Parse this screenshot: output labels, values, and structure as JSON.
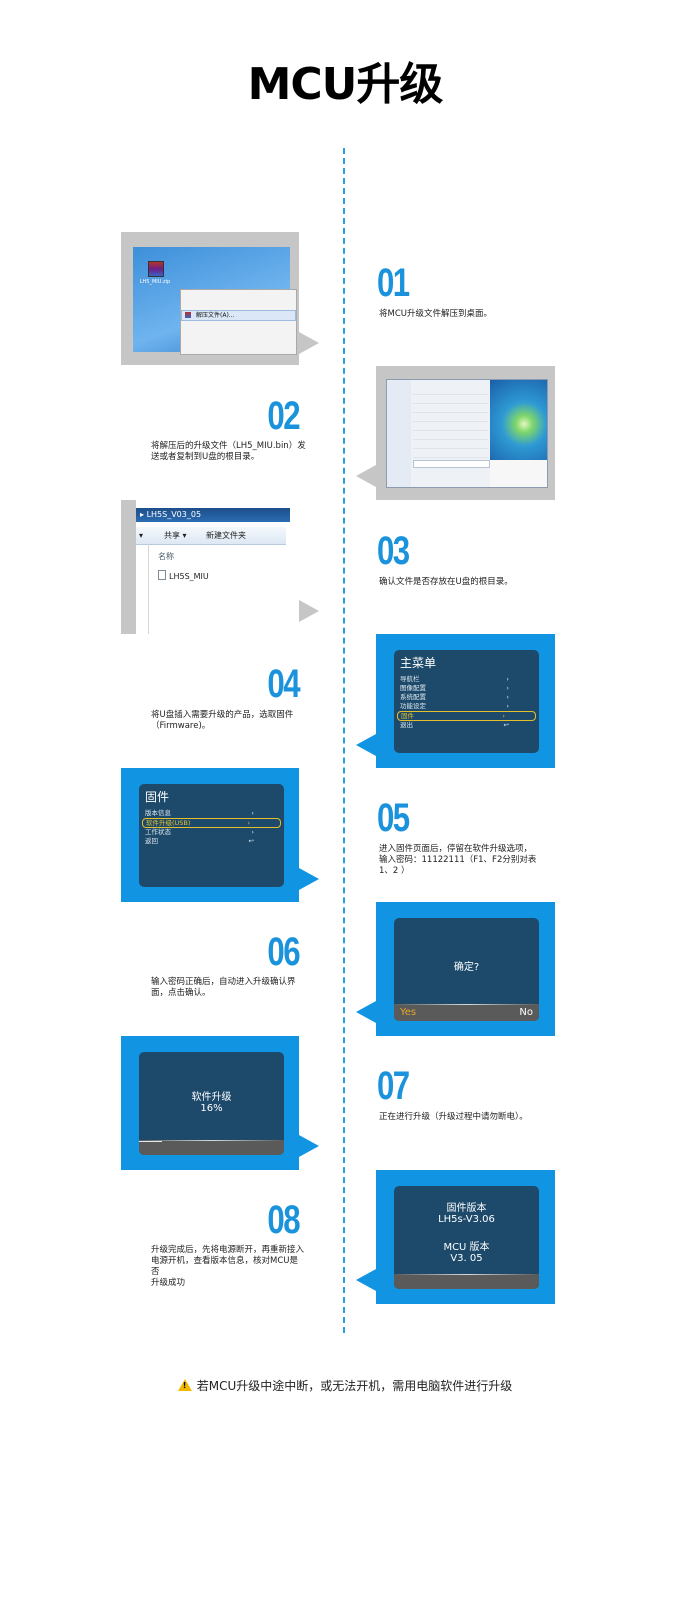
{
  "title": "MCU升级",
  "steps": [
    {
      "num": "01",
      "desc": "将MCU升级文件解压到桌面。"
    },
    {
      "num": "02",
      "desc_lines": [
        "将解压后的升级文件（LH5_MIU.bin）发",
        "送或者复制到U盘的根目录。"
      ]
    },
    {
      "num": "03",
      "desc": "确认文件是否存放在U盘的根目录。"
    },
    {
      "num": "04",
      "desc_lines": [
        "将U盘插入需要升级的产品，选取固件",
        "（Firmware)。"
      ]
    },
    {
      "num": "05",
      "desc_lines": [
        "进入固件页面后，停留在软件升级选项，",
        "输入密码：11122111（F1、F2分别对表",
        "1、2 ）"
      ]
    },
    {
      "num": "06",
      "desc_lines": [
        "输入密码正确后，自动进入升级确认界",
        "面，点击确认。"
      ]
    },
    {
      "num": "07",
      "desc": "正在进行升级（升级过程中请勿断电）。"
    },
    {
      "num": "08",
      "desc_lines": [
        "升级完成后，先将电源断开，再重新接入",
        "电源开机，查看版本信息，核对MCU是否",
        "升级成功"
      ]
    }
  ],
  "shot1": {
    "archive_icon_label": "LH5_MIU.zip",
    "menu_item": "解压文件(A)..."
  },
  "shot3": {
    "folder_path": "LH5S_V03_05",
    "toolbar_share": "共享 ▾",
    "toolbar_new_folder": "新建文件夹",
    "column_name": "名称",
    "file_name": "LH5S_MIU"
  },
  "shot4": {
    "menu_title": "主菜单",
    "items": [
      {
        "label": "导航栏",
        "icon": "›"
      },
      {
        "label": "图像配置",
        "icon": "›"
      },
      {
        "label": "系统配置",
        "icon": "›"
      },
      {
        "label": "功能设定",
        "icon": "›"
      },
      {
        "label": "固件",
        "icon": "›",
        "selected": true
      },
      {
        "label": "退出",
        "icon": "↩"
      }
    ]
  },
  "shot5": {
    "menu_title": "固件",
    "items": [
      {
        "label": "版本信息",
        "icon": "›"
      },
      {
        "label": "软件升级(USB)",
        "icon": "›",
        "selected": true
      },
      {
        "label": "工作状态",
        "icon": "›"
      },
      {
        "label": "返回",
        "icon": "↩"
      }
    ]
  },
  "shot6": {
    "prompt": "确定?",
    "yes": "Yes",
    "no": "No"
  },
  "shot7": {
    "label": "软件升级",
    "progress_text": "16%",
    "progress": 0.16
  },
  "shot8": {
    "fw_label": "固件版本",
    "fw_value": "LH5s-V3.06",
    "mcu_label": "MCU 版本",
    "mcu_value": "V3. 05"
  },
  "warning": {
    "icon": "warning-icon",
    "text": "若MCU升级中途中断，或无法开机，需用电脑软件进行升级"
  },
  "colors": {
    "accent": "#1195e3",
    "step_number": "#1a93dc",
    "screen": "#1d4a6b",
    "highlight": "#e6c02a",
    "gray_panel": "#c6c6c6"
  }
}
